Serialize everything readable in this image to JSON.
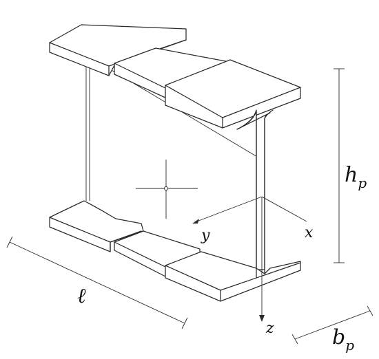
{
  "labels": {
    "height_main": "h",
    "height_sub": "p",
    "width_main": "b",
    "width_sub": "p",
    "length": "ℓ",
    "axis_x": "x",
    "axis_y": "y",
    "axis_z": "z"
  }
}
